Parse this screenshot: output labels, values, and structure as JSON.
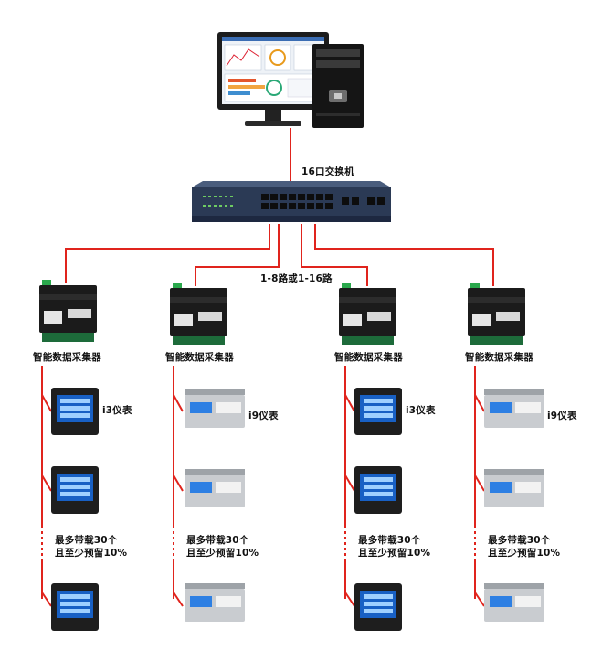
{
  "switch": {
    "label": "16口交换机"
  },
  "link": {
    "label": "1-8路或1-16路"
  },
  "collector_label": "智能数据采集器",
  "meter_label_i3": "i3仪表",
  "meter_label_i9": "i9仪表",
  "capacity_note": "最多带载30个\n且至少预留10%",
  "colors": {
    "wire": "#e0241d"
  }
}
